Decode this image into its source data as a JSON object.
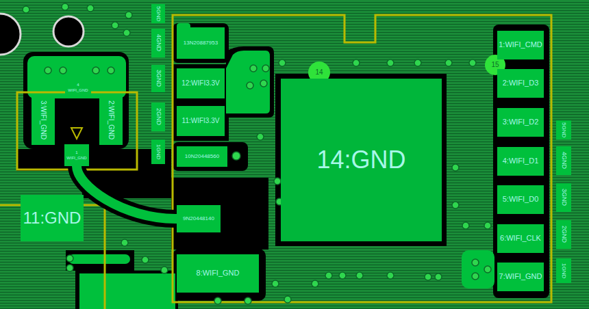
{
  "diagram": {
    "nodes": [
      {
        "text": [
          "5GND"
        ]
      },
      {
        "text": [
          "4GND"
        ]
      },
      {
        "text": [
          "3GND"
        ]
      },
      {
        "text": [
          "2GND"
        ]
      },
      {
        "text": [
          "1GND"
        ]
      },
      {
        "text": [
          "4",
          "WIFI_GND"
        ]
      },
      {
        "text": [
          "3:WIFI_GND"
        ]
      },
      {
        "text": [
          "2:WIFI_GND"
        ]
      },
      {
        "text": [
          "1",
          "WIFI_GND"
        ]
      },
      {
        "text": [
          "11:GND"
        ]
      },
      {
        "text": [
          "13N20887953"
        ]
      },
      {
        "text": [
          "14"
        ]
      },
      {
        "text": [
          "15"
        ]
      },
      {
        "text": [
          "1:WIFI_CMD"
        ]
      },
      {
        "text": [
          "12:WIFI3.3V"
        ]
      },
      {
        "text": [
          "2:WIFI_D3"
        ]
      },
      {
        "text": [
          "14:GND"
        ]
      },
      {
        "text": [
          "11:WIFI3.3V"
        ]
      },
      {
        "text": [
          "3:WIFI_D2"
        ]
      },
      {
        "text": [
          "5GND"
        ]
      },
      {
        "text": [
          "10N20448560"
        ]
      },
      {
        "text": [
          "4:WIFI_D1"
        ]
      },
      {
        "text": [
          "4GND"
        ]
      },
      {
        "text": [
          "3GND"
        ]
      },
      {
        "text": [
          "9N20448140"
        ]
      },
      {
        "text": [
          "5:WIFI_D0"
        ]
      },
      {
        "text": [
          "2GND"
        ]
      },
      {
        "text": [
          "6:WIFI_CLK"
        ]
      },
      {
        "text": [
          "8:WIFI_GND"
        ]
      },
      {
        "text": [
          "1GND"
        ]
      },
      {
        "text": [
          "7:WIFI_GND"
        ]
      }
    ],
    "edges": [
      {
        "from": 8,
        "to": 24,
        "arrow": "none"
      }
    ]
  }
}
